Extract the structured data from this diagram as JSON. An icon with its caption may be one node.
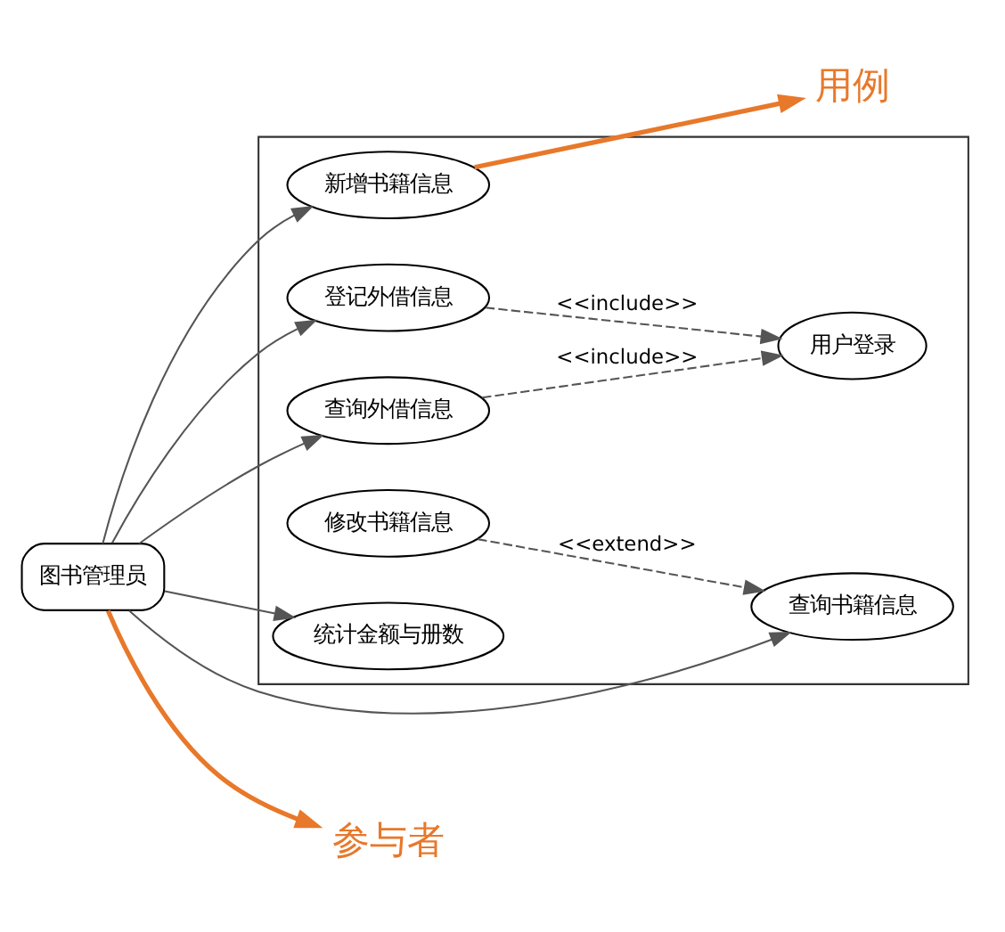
{
  "diagram": {
    "nodes": [
      {
        "text": [
          "用例"
        ]
      },
      {
        "text": [],
        "shape": "box"
      },
      {
        "text": [
          "新增书籍信息"
        ],
        "in": 1
      },
      {
        "text": [
          "查询书籍信息"
        ],
        "in": 1
      },
      {
        "text": [
          "修改书籍信息"
        ],
        "in": 1
      },
      {
        "text": [
          "登记外借信息"
        ],
        "in": 1
      },
      {
        "text": [
          "用户登录"
        ],
        "in": 1
      },
      {
        "text": [
          "查询外借信息"
        ],
        "in": 1
      },
      {
        "text": [
          "统计金额与册数"
        ],
        "in": 1
      },
      {
        "text": [
          "图书管理员"
        ]
      },
      {
        "text": [
          "参与者"
        ]
      }
    ],
    "edges": [
      {
        "from": 2,
        "to": 0,
        "arrow": "to",
        "style": "thick",
        "color": "#e8782a"
      },
      {
        "from": 9,
        "to": 2,
        "arrow": "to"
      },
      {
        "from": 9,
        "to": 3,
        "arrow": "to"
      },
      {
        "from": 4,
        "to": 3,
        "arrow": "to",
        "style": "dashed",
        "label": "<<extend>>"
      },
      {
        "from": 9,
        "to": 5,
        "arrow": "to"
      },
      {
        "from": 5,
        "to": 6,
        "arrow": "to",
        "style": "dashed",
        "label": "<<include>>"
      },
      {
        "from": 9,
        "to": 8,
        "arrow": "to"
      },
      {
        "from": 9,
        "to": 7,
        "arrow": "to"
      },
      {
        "from": 7,
        "to": 6,
        "arrow": "to",
        "style": "dashed",
        "label": "<<include>>"
      },
      {
        "from": 9,
        "to": 10,
        "arrow": "to",
        "style": "thick",
        "color": "#e8782a"
      }
    ]
  }
}
